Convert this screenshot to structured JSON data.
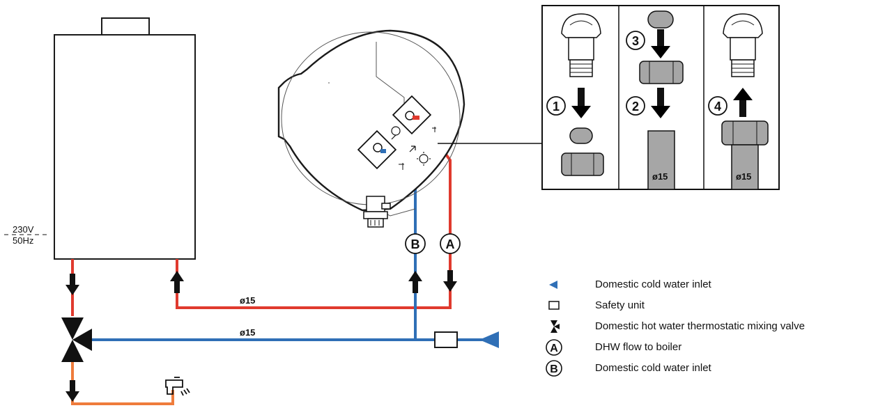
{
  "diagram": {
    "power_label_line1": "230V",
    "power_label_line2": "50Hz",
    "pipe_diameter_upper": "ø15",
    "pipe_diameter_lower": "ø15",
    "label_a": "A",
    "label_b": "B",
    "detail_steps": [
      "1",
      "2",
      "3",
      "4"
    ],
    "detail_diameter_col2": "ø15",
    "detail_diameter_col3": "ø15"
  },
  "colors": {
    "hot": "#e03a2e",
    "cold": "#2f6fb6",
    "mixed": "#ef7c3c",
    "gray": "#a6a6a6",
    "dark": "#1a1a1a"
  },
  "legend": {
    "items": [
      {
        "icon": "triangle-left-icon",
        "label": "Domestic cold water inlet"
      },
      {
        "icon": "square-icon",
        "label": "Safety unit"
      },
      {
        "icon": "mixing-valve-icon",
        "label": "Domestic hot water thermostatic mixing valve"
      },
      {
        "icon": "circle-a-icon",
        "label": "DHW flow to boiler"
      },
      {
        "icon": "circle-b-icon",
        "label": "Domestic cold water inlet"
      }
    ]
  }
}
